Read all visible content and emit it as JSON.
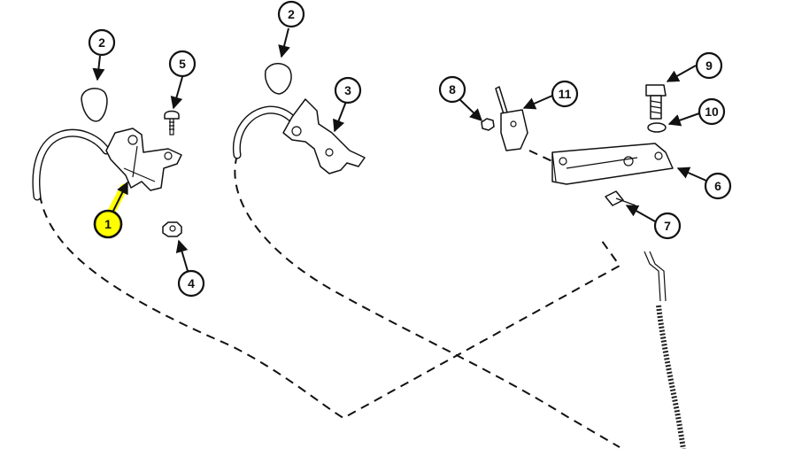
{
  "callouts": [
    {
      "id": "c2a",
      "label": "2",
      "highlighted": false
    },
    {
      "id": "c5",
      "label": "5",
      "highlighted": false
    },
    {
      "id": "c1",
      "label": "1",
      "highlighted": true
    },
    {
      "id": "c4",
      "label": "4",
      "highlighted": false
    },
    {
      "id": "c2b",
      "label": "2",
      "highlighted": false
    },
    {
      "id": "c3",
      "label": "3",
      "highlighted": false
    },
    {
      "id": "c8",
      "label": "8",
      "highlighted": false
    },
    {
      "id": "c11",
      "label": "11",
      "highlighted": false
    },
    {
      "id": "c9",
      "label": "9",
      "highlighted": false
    },
    {
      "id": "c10",
      "label": "10",
      "highlighted": false
    },
    {
      "id": "c6",
      "label": "6",
      "highlighted": false
    },
    {
      "id": "c7",
      "label": "7",
      "highlighted": false
    }
  ],
  "colors": {
    "highlight": "#ffff00",
    "ink": "#111111",
    "background": "#ffffff"
  }
}
